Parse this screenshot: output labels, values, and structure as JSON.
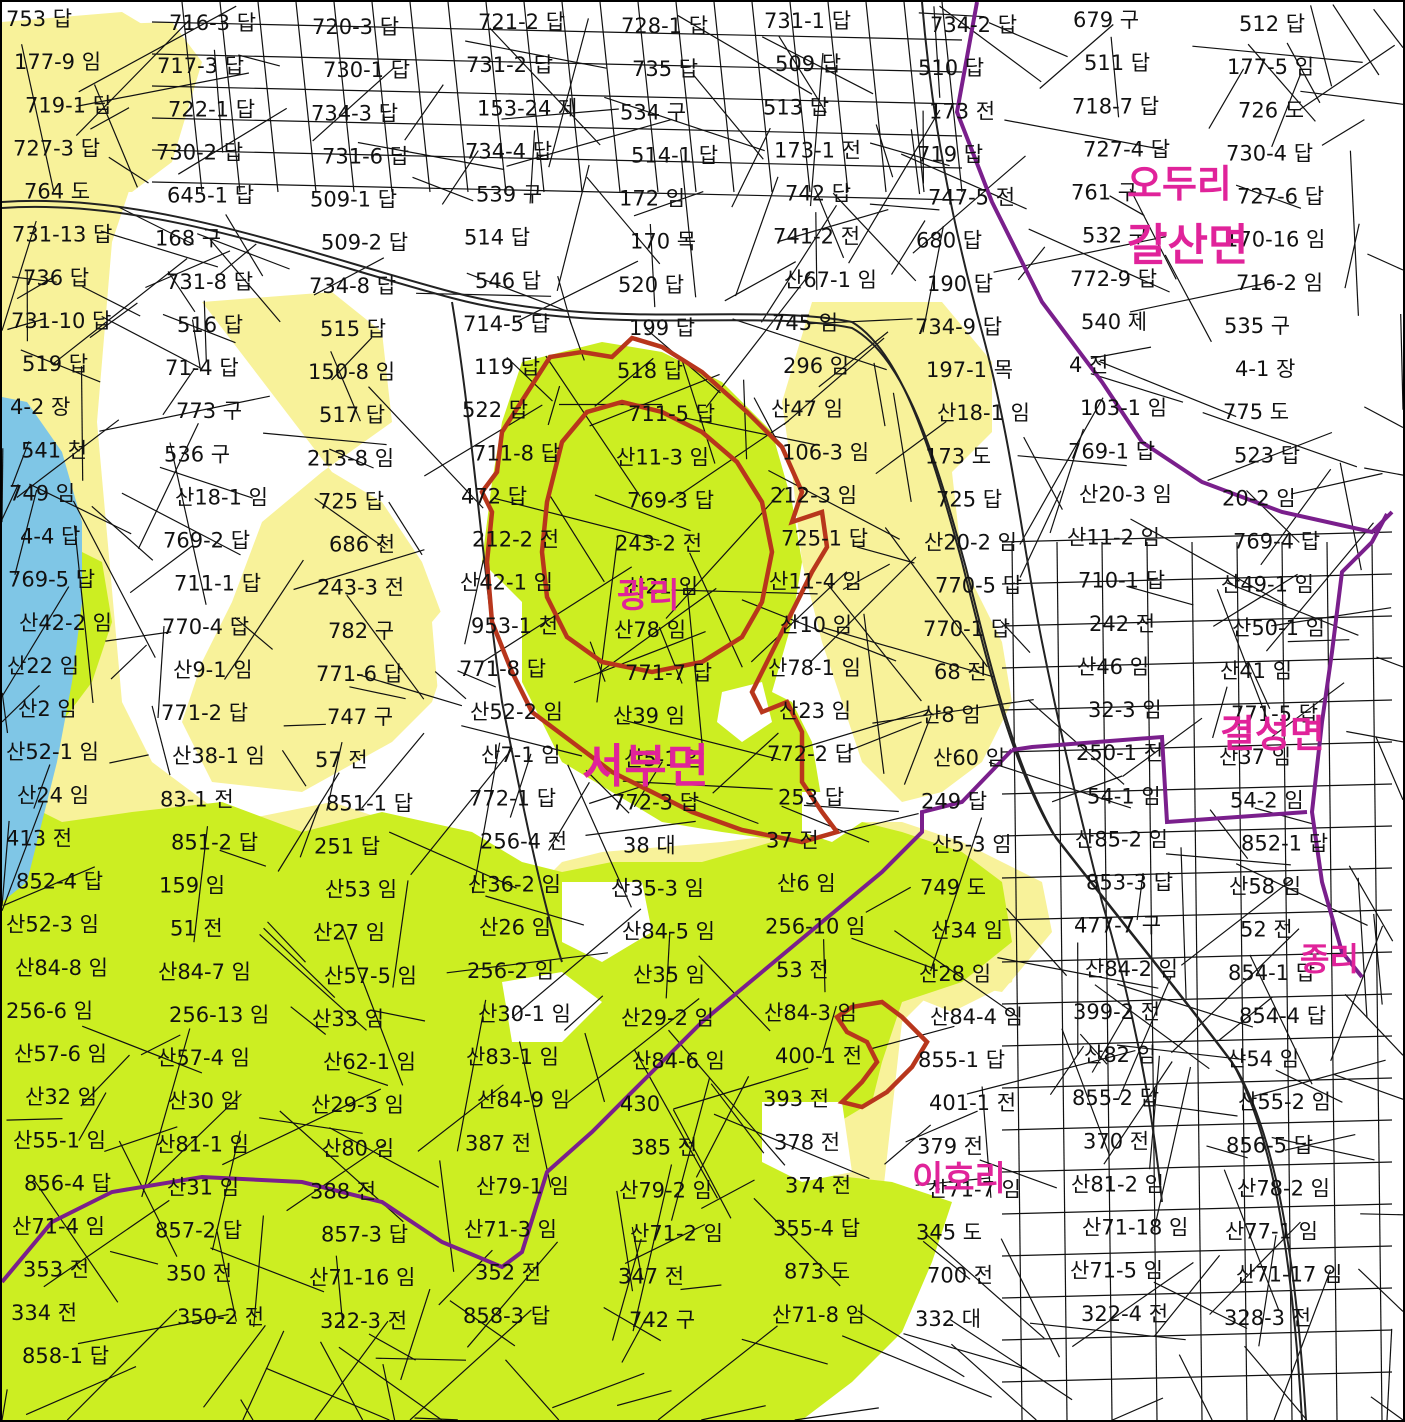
{
  "colors": {
    "forest": "#ccee22",
    "field": "#f8f29a",
    "water": "#7fc6e6",
    "admin_boundary": "#7a1f8c",
    "project_boundary": "#b8361c",
    "label": "#e0239a"
  },
  "region_labels": [
    "오두리",
    "갈산면",
    "광리",
    "서부면",
    "결성면",
    "종리",
    "이호리"
  ],
  "parcel_labels": [
    "753 답",
    "716-3 답",
    "720-3 답",
    "721-2 답",
    "728-1 답",
    "731-1 답",
    "734-2 답",
    "679 구",
    "512 답",
    "177-9 임",
    "717-3 답",
    "730-1 답",
    "731-2 답",
    "735 답",
    "509 답",
    "510 답",
    "511 답",
    "177-5 임",
    "719-1 답",
    "722-1 답",
    "734-3 답",
    "153-24 제",
    "534 구",
    "513 답",
    "173 전",
    "718-7 답",
    "726 도",
    "727-3 답",
    "730-2 답",
    "731-6 답",
    "734-4 답",
    "514-1 답",
    "173-1 전",
    "719 답",
    "727-4 답",
    "730-4 답",
    "764 도",
    "645-1 답",
    "509-1 답",
    "539 구",
    "172 임",
    "742 답",
    "747-5 전",
    "761 구",
    "727-6 답",
    "731-13 답",
    "168 구",
    "509-2 답",
    "514 답",
    "170 목",
    "741-2 전",
    "680 답",
    "532 구",
    "170-16 임",
    "736 답",
    "731-8 답",
    "734-8 답",
    "546 답",
    "520 답",
    "산67-1 임",
    "190 답",
    "772-9 답",
    "716-2 임",
    "731-10 답",
    "516 답",
    "515 답",
    "714-5 답",
    "199 답",
    "745 임",
    "734-9 답",
    "540 제",
    "535 구",
    "519 답",
    "71-4 답",
    "150-8 임",
    "119 답",
    "518 답",
    "296 임",
    "197-1 목",
    "4 전",
    "4-1 장",
    "4-2 장",
    "773 구",
    "517 답",
    "522 답",
    "711-5 답",
    "산47 임",
    "산18-1 임",
    "103-1 임",
    "775 도",
    "541 천",
    "536 구",
    "213-8 임",
    "711-8 답",
    "산11-3 임",
    "106-3 임",
    "173 도",
    "769-1 답",
    "523 답",
    "749 임",
    "산18-1 임",
    "725 답",
    "472 답",
    "769-3 답",
    "212-3 임",
    "725 답",
    "산20-3 임",
    "20-2 임",
    "4-4 답",
    "769-2 답",
    "686 천",
    "212-2 전",
    "243-2 전",
    "725-1 답",
    "산20-2 임",
    "산11-2 임",
    "769-4 답",
    "769-5 답",
    "711-1 답",
    "243-3 전",
    "산42-1 임",
    "산21 임",
    "산11-4 임",
    "770-5 답",
    "710-1 답",
    "산49-1 임",
    "산42-2 임",
    "770-4 답",
    "782 구",
    "953-1 천",
    "산78 임",
    "산10 임",
    "770-1 답",
    "242 전",
    "산50-1 임",
    "산22 임",
    "산9-1 임",
    "771-6 답",
    "771-8 답",
    "771-7 답",
    "산78-1 임",
    "68 전",
    "산46 임",
    "산41 임",
    "산2 임",
    "771-2 답",
    "747 구",
    "산52-2 임",
    "산39 임",
    "산23 임",
    "산8 임",
    "32-3 임",
    "771-5 답",
    "산52-1 임",
    "산38-1 임",
    "57 전",
    "산7-1 임",
    "산5-1 임",
    "772-2 답",
    "산60 임",
    "250-1 전",
    "산37 임",
    "산24 임",
    "83-1 전",
    "851-1 답",
    "772-1 답",
    "772-3 답",
    "253 답",
    "249 답",
    "54-1 임",
    "54-2 임",
    "413 전",
    "851-2 답",
    "251 답",
    "256-4 전",
    "38 대",
    "37 전",
    "산5-3 임",
    "산85-2 임",
    "852-1 답",
    "852-4 답",
    "159 임",
    "산53 임",
    "산36-2 임",
    "산35-3 임",
    "산6 임",
    "749 도",
    "853-3 답",
    "산58 임",
    "산52-3 임",
    "51 전",
    "산27 임",
    "산26 임",
    "산84-5 임",
    "256-10 임",
    "산34 임",
    "477-7 구",
    "52 전",
    "산84-8 임",
    "산84-7 임",
    "산57-5 임",
    "256-2 임",
    "산35 임",
    "53 전",
    "산28 임",
    "산84-2 임",
    "854-1 답",
    "256-6 임",
    "256-13 임",
    "산33 임",
    "산30-1 임",
    "산29-2 임",
    "산84-3 임",
    "산84-4 임",
    "399-2 전",
    "854-4 답",
    "산57-6 임",
    "산57-4 임",
    "산62-1 임",
    "산83-1 임",
    "산84-6 임",
    "400-1 전",
    "855-1 답",
    "산82 임",
    "산54 임",
    "산32 임",
    "산30 임",
    "산29-3 임",
    "산84-9 임",
    "430",
    "393 전",
    "401-1 전",
    "855-2 답",
    "산55-2 임",
    "산55-1 임",
    "산81-1 임",
    "산80 임",
    "387 전",
    "385 전",
    "378 전",
    "379 전",
    "370 전",
    "856-5 답",
    "856-4 답",
    "산31 임",
    "388 전",
    "산79-1 임",
    "산79-2 임",
    "374 전",
    "산71-7 임",
    "산81-2 임",
    "산78-2 임",
    "산71-4 임",
    "857-2 답",
    "857-3 답",
    "산71-3 임",
    "산71-2 임",
    "355-4 답",
    "345 도",
    "산71-18 임",
    "산77-1 임",
    "353 전",
    "350 전",
    "산71-16 임",
    "352 전",
    "347 전",
    "873 도",
    "700 전",
    "산71-5 임",
    "산71-17 임",
    "334 전",
    "350-2 전",
    "322-3 전",
    "858-3 답",
    "742 구",
    "산71-8 임",
    "332 대",
    "322-4 전",
    "328-3 전",
    "858-1 답"
  ]
}
